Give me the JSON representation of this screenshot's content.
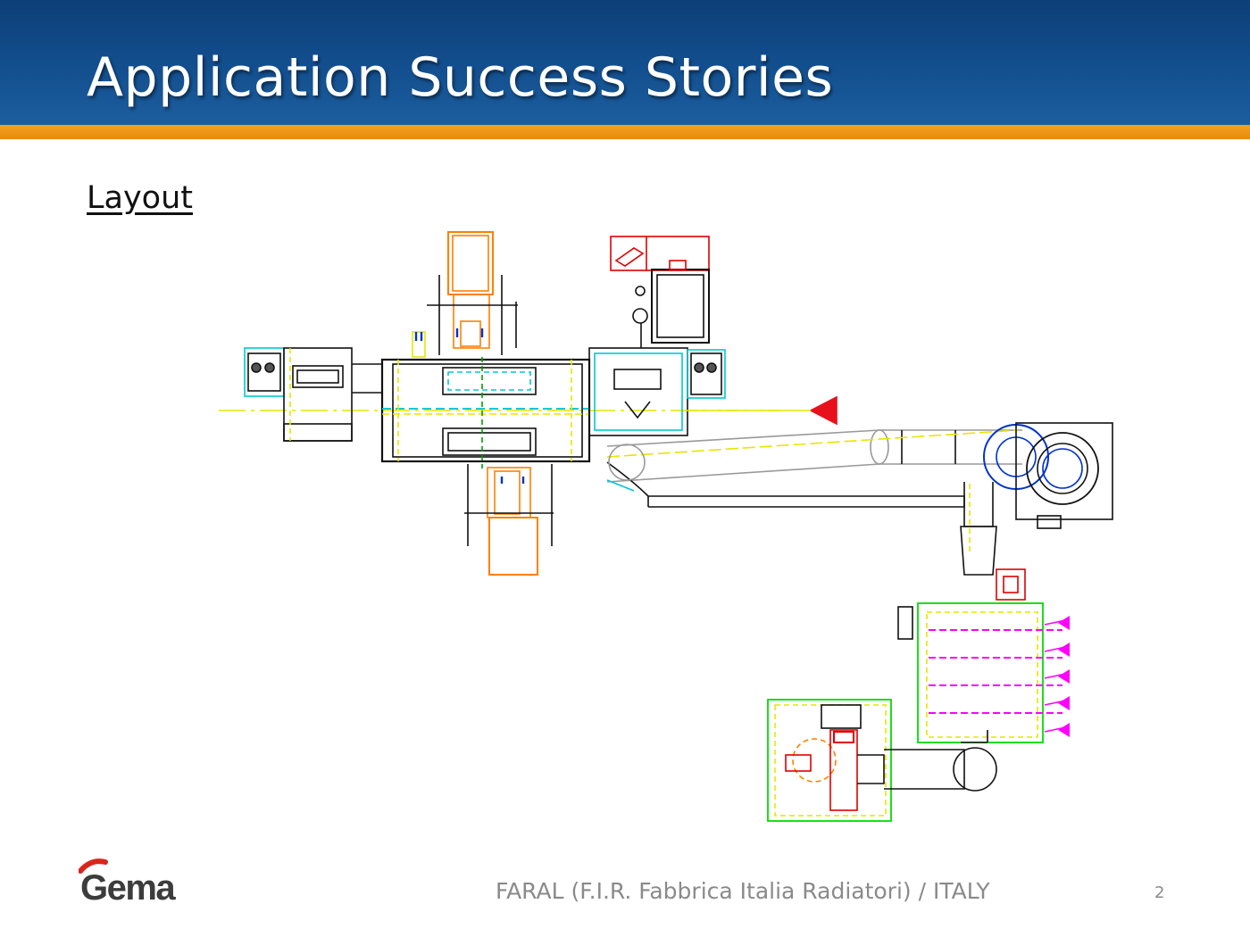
{
  "slide": {
    "title": "Application Success Stories",
    "subtitle": "Layout",
    "footer": "FARAL (F.I.R. Fabbrica Italia Radiatori) / ITALY",
    "page_number": "2",
    "logo_text": "Gema"
  },
  "colors": {
    "header_blue": "#134f8f",
    "accent_orange": "#f29418",
    "logo_red": "#d9261c",
    "logo_gray": "#3c3c3c"
  },
  "icons": {
    "logo": "gema-logo",
    "flow_arrow": "red-triangle-arrow-icon"
  }
}
